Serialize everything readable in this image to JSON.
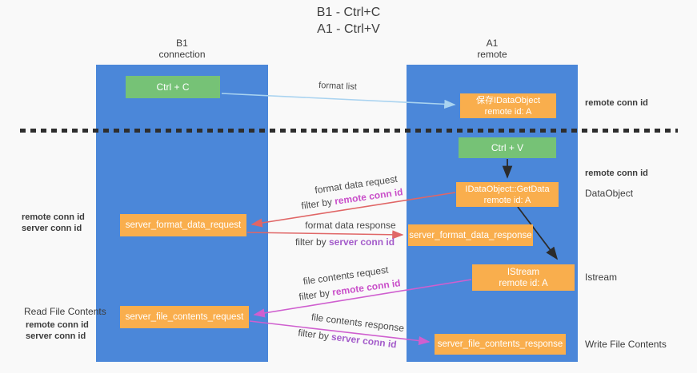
{
  "title": {
    "line1": "B1 - Ctrl+C",
    "line2": "A1 - Ctrl+V"
  },
  "lanes": {
    "left": {
      "name": "B1",
      "role": "connection"
    },
    "right": {
      "name": "A1",
      "role": "remote"
    }
  },
  "boxes": {
    "ctrl_c": {
      "label": "Ctrl + C"
    },
    "ctrl_v": {
      "label": "Ctrl + V"
    },
    "save_idataobject": {
      "line1": "保存IDataObject",
      "line2": "remote id: A"
    },
    "idataobject_getdata": {
      "line1": "IDataObject::GetData",
      "line2": "remote id: A"
    },
    "istream": {
      "line1": "IStream",
      "line2": "remote id: A"
    },
    "server_format_data_request": {
      "label": "server_format_data_request"
    },
    "server_format_data_response": {
      "label": "server_format_data_response"
    },
    "server_file_contents_request": {
      "label": "server_file_contents_request"
    },
    "server_file_contents_response": {
      "label": "server_file_contents_response"
    }
  },
  "flow_labels": {
    "format_list": "format list",
    "format_data_request": {
      "title": "format data request",
      "filter_prefix": "filter by ",
      "filter_key": "remote conn id"
    },
    "format_data_response": {
      "title": "format data response",
      "filter_prefix": "filter by ",
      "filter_key": "server conn id"
    },
    "file_contents_request": {
      "title": "file contents request",
      "filter_prefix": "filter by ",
      "filter_key": "remote conn id"
    },
    "file_contents_response": {
      "title": "file contents response",
      "filter_prefix": "filter by ",
      "filter_key": "server conn id"
    }
  },
  "side_labels": {
    "right_remote_conn_id_1": "remote conn id",
    "right_remote_conn_id_2": "remote conn id",
    "right_dataobject": "DataObject",
    "right_istream": "Istream",
    "right_write_file_contents": "Write File Contents",
    "left_remote_conn_id_1": "remote conn id",
    "left_server_conn_id_1": "server conn id",
    "left_read_file_contents": "Read File Contents",
    "left_remote_conn_id_2": "remote conn id",
    "left_server_conn_id_2": "server conn id"
  },
  "colors": {
    "background": "#f9f9f9",
    "lane_blue": "#4b87d9",
    "box_orange": "#f9ae4d",
    "box_green": "#76c276",
    "arrow_light_blue": "#a9d3f0",
    "arrow_red": "#e06666",
    "arrow_magenta": "#cf5fcf",
    "kw_magenta": "#c94fc9",
    "text_purple": "#a35bca",
    "text_green": "#5db75d"
  }
}
